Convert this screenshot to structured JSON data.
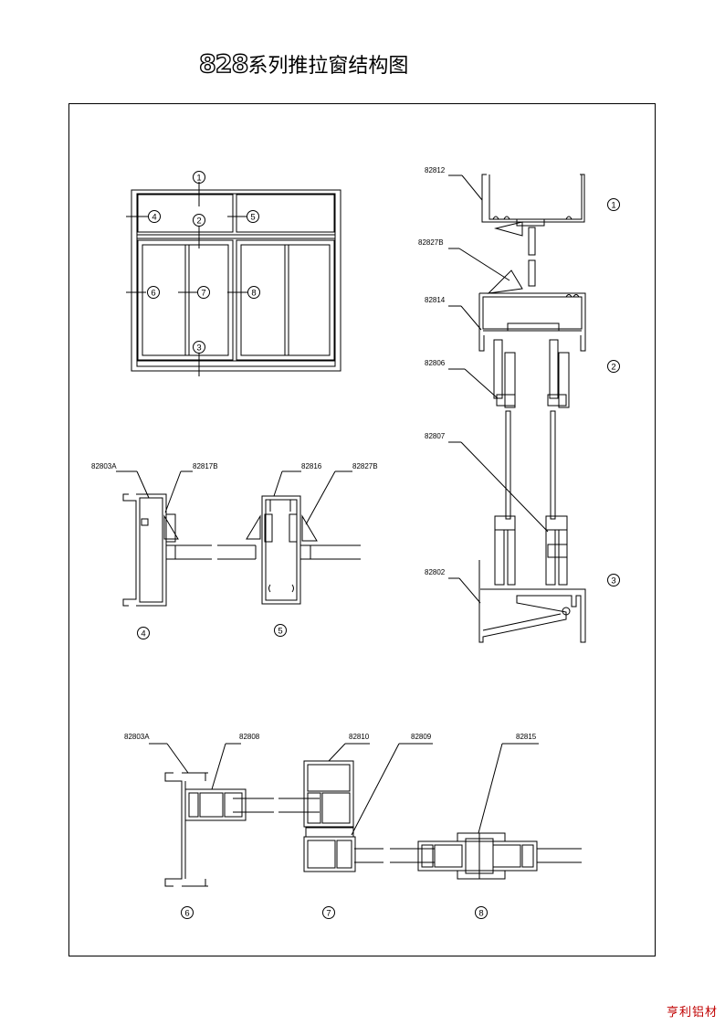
{
  "title": {
    "series_number": "828",
    "text": "系列推拉窗结构图"
  },
  "watermark": "亨利铝材",
  "elevation_markers": [
    "1",
    "2",
    "3",
    "4",
    "5",
    "6",
    "7",
    "8"
  ],
  "vertical_section": {
    "parts": [
      "82812",
      "82827B",
      "82814",
      "82806",
      "82807",
      "82802"
    ],
    "markers": [
      "1",
      "2",
      "3"
    ]
  },
  "detail_4": {
    "parts": [
      "82803A",
      "82817B"
    ],
    "marker": "4"
  },
  "detail_5": {
    "parts": [
      "82816",
      "82827B"
    ],
    "marker": "5"
  },
  "detail_6": {
    "parts": [
      "82803A",
      "82808"
    ],
    "marker": "6"
  },
  "detail_7": {
    "parts": [
      "82810",
      "82809"
    ],
    "marker": "7"
  },
  "detail_8": {
    "parts": [
      "82815"
    ],
    "marker": "8"
  }
}
